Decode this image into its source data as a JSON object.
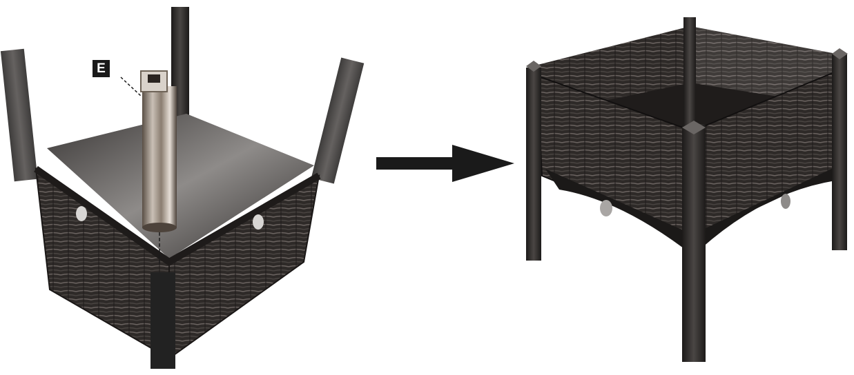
{
  "part_label": "E",
  "colors": {
    "planter_dark": "#2b2725",
    "planter_mid": "#3a3533",
    "weave_light": "#5a5451",
    "metal_light": "#e0d8cf",
    "metal_dark": "#5a4f45",
    "arrow": "#1a1a1a",
    "background": "#ffffff"
  },
  "icons": [
    "assembly-step-illustration",
    "direction-arrow",
    "assembled-planter-illustration"
  ]
}
